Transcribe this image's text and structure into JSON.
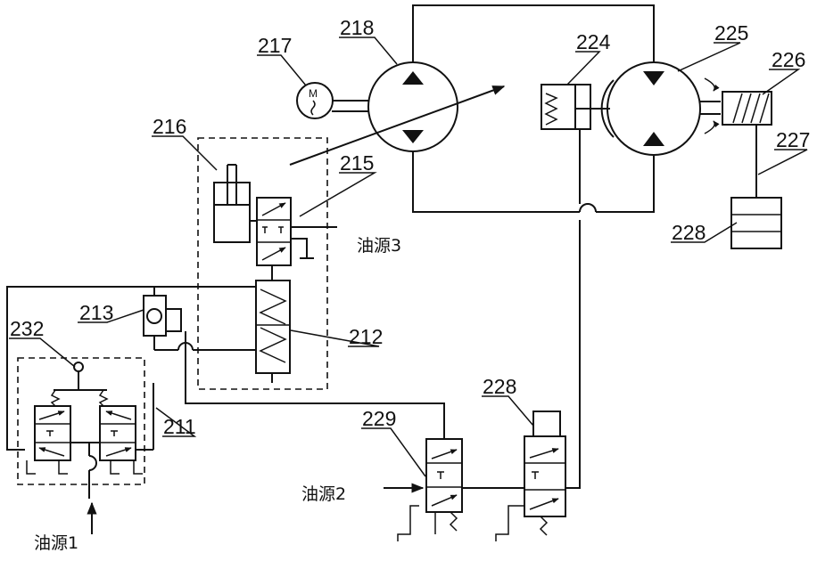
{
  "labels": {
    "c211": "211",
    "c212": "212",
    "c213": "213",
    "c215": "215",
    "c216": "216",
    "c217": "217",
    "c218": "218",
    "c224": "224",
    "c225": "225",
    "c226": "226",
    "c227": "227",
    "c228a": "228",
    "c228b": "228",
    "c229": "229",
    "c232": "232"
  },
  "sources": {
    "s1": "油源1",
    "s2": "油源2",
    "s3": "油源3"
  },
  "icons": {
    "motor": "M-motor-icon"
  }
}
